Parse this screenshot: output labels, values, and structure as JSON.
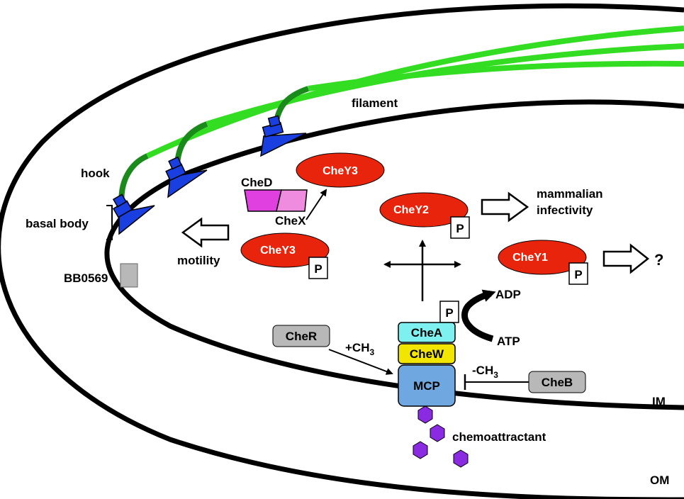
{
  "labels": {
    "filament": "filament",
    "hook": "hook",
    "basal_body": "basal body",
    "bb0569": "BB0569",
    "motility": "motility",
    "mammalian_infectivity_1": "mammalian",
    "mammalian_infectivity_2": "infectivity",
    "question": "?",
    "adp": "ADP",
    "atp": "ATP",
    "plus_ch3": "+CH",
    "plus_ch3_sub": "3",
    "minus_ch3": "-CH",
    "minus_ch3_sub": "3",
    "chemoattractant": "chemoattractant",
    "im": "IM",
    "om": "OM"
  },
  "proteins": {
    "chey3_top": "CheY3",
    "chey3_left": "CheY3",
    "chey2": "CheY2",
    "chey1": "CheY1",
    "ched": "CheD",
    "chex": "CheX",
    "cher": "CheR",
    "cheb": "CheB",
    "chea": "CheA",
    "chew": "CheW",
    "mcp": "MCP",
    "phospho": "P"
  },
  "colors": {
    "chey_fill": "#e8250c",
    "green_filament": "#33dd22",
    "dark_green_hook": "#1a8a1a",
    "motor_blue": "#1a3fe0",
    "chea_fill": "#7ff0f0",
    "chew_fill": "#f2e600",
    "mcp_fill": "#6fa8e0",
    "gray_box": "#b8b8b8",
    "ched_fill": "#e040e0",
    "chex_fill": "#f08ce0",
    "hexagon_fill": "#8a2be2"
  }
}
